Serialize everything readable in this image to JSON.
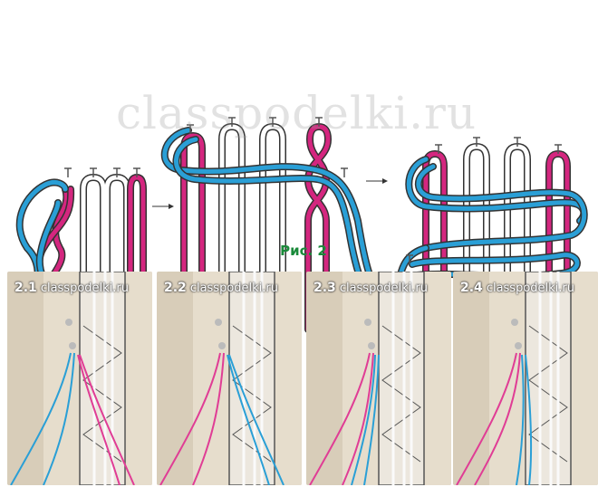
{
  "figure": {
    "caption": "Рис. 2",
    "caption_color": "#1a8a3a",
    "watermark": "classpodelki.ru"
  },
  "colors": {
    "blue": "#2a9fd6",
    "magenta": "#d4267f",
    "white_strand": "#ffffff",
    "outline": "#333333"
  },
  "steps": [
    {
      "number": "2.1",
      "site": "classpodelki.ru"
    },
    {
      "number": "2.2",
      "site": "classpodelki.ru"
    },
    {
      "number": "2.3",
      "site": "classpodelki.ru"
    },
    {
      "number": "2.4",
      "site": "classpodelki.ru"
    }
  ]
}
